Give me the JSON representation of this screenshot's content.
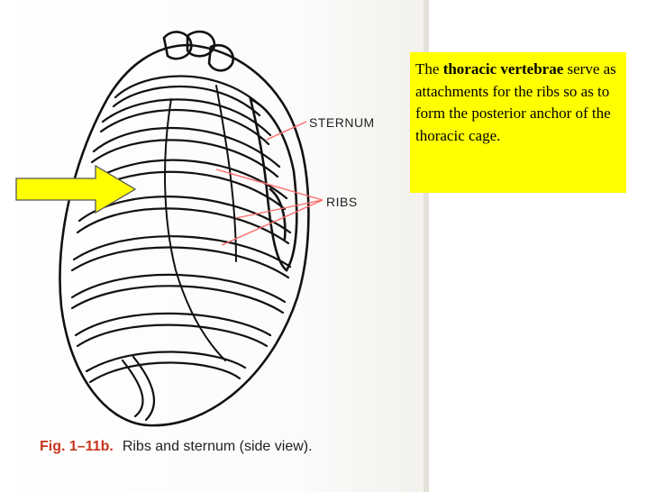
{
  "figure": {
    "labels": {
      "sternum": "STERNUM",
      "ribs": "RIBS"
    },
    "caption": {
      "number": "Fig. 1–11b.",
      "text": "Ribs and sternum (side view)."
    }
  },
  "callout": {
    "prefix": "The ",
    "emphasis": "thoracic vertebrae",
    "body": " serve as attachments for the ribs so as to form the posterior anchor of the thoracic cage."
  },
  "colors": {
    "callout_background": "#ffff00",
    "arrow_fill": "#ffff00",
    "leader_lines": "#ff6a6a",
    "caption_figure_number": "#c8351e"
  },
  "icons": [
    "arrow-right-icon"
  ]
}
